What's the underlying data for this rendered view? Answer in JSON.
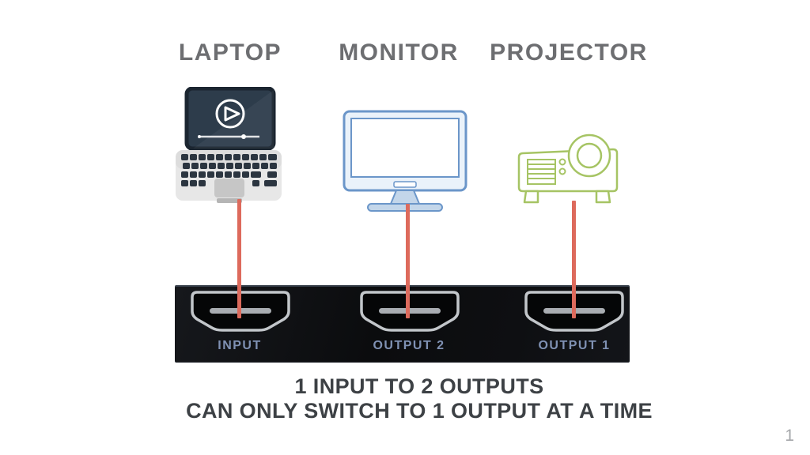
{
  "slide": {
    "headers": {
      "laptop": "LAPTOP",
      "monitor": "MONITOR",
      "projector": "PROJECTOR"
    },
    "switch": {
      "ports": {
        "input": "INPUT",
        "output2": "OUTPUT 2",
        "output1": "OUTPUT 1"
      }
    },
    "caption": {
      "line1": "1 INPUT TO 2 OUTPUTS",
      "line2": "CAN ONLY SWITCH TO 1 OUTPUT AT A TIME"
    },
    "page_number": "1"
  },
  "icons": {
    "laptop": "laptop-video-icon",
    "monitor": "monitor-icon",
    "projector": "projector-icon"
  },
  "colors": {
    "cable": "#dd6a5c",
    "header_text": "#6d6e71",
    "caption_text": "#3d4145",
    "port_label": "#7f91b3",
    "switch_body": "#0e0f12",
    "port_outline": "#c2c6ca",
    "monitor_blue": "#6b96c9",
    "monitor_fill": "#d9e6f3",
    "projector_green": "#a6c464",
    "laptop_screen": "#2d3c4b",
    "laptop_body": "#e7e7e7",
    "page_number": "#a5a7aa"
  }
}
